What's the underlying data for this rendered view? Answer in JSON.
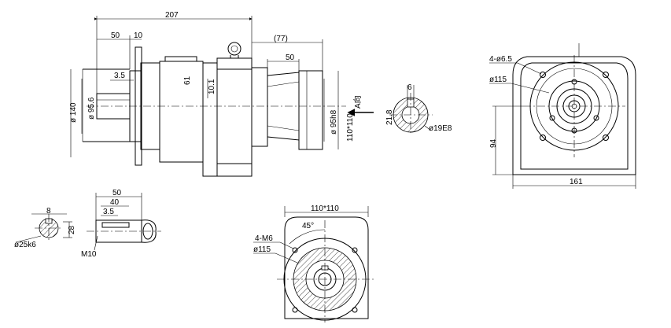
{
  "drawing": {
    "dims": {
      "overall_length": "207",
      "flange_len": "50",
      "flange_thk": "10",
      "input_len": "(77)",
      "input_sub": "50",
      "step": "3.5",
      "housing_h": "61",
      "mid": "10.1",
      "dia_140": "ø 140",
      "dia_95": "ø 95.6",
      "dia_95h": "ø 95h8",
      "sq_110_v": "110*110",
      "view_a": "A向",
      "key_w": "6",
      "key_h": "21.8",
      "bore": "ø19E8",
      "holes_65": "4-ø6.5",
      "pcd_115_r": "ø115",
      "height_94": "94",
      "width_161": "161",
      "shaft_dia": "ø25k6",
      "shaft_key": "8",
      "shaft_kh": "28",
      "shaft_50": "50",
      "shaft_40": "40",
      "shaft_35": "3.5",
      "thread": "M10",
      "sq_110": "110*110",
      "angle": "45°",
      "holes_m6": "4-M6",
      "pcd_115": "ø115"
    }
  }
}
